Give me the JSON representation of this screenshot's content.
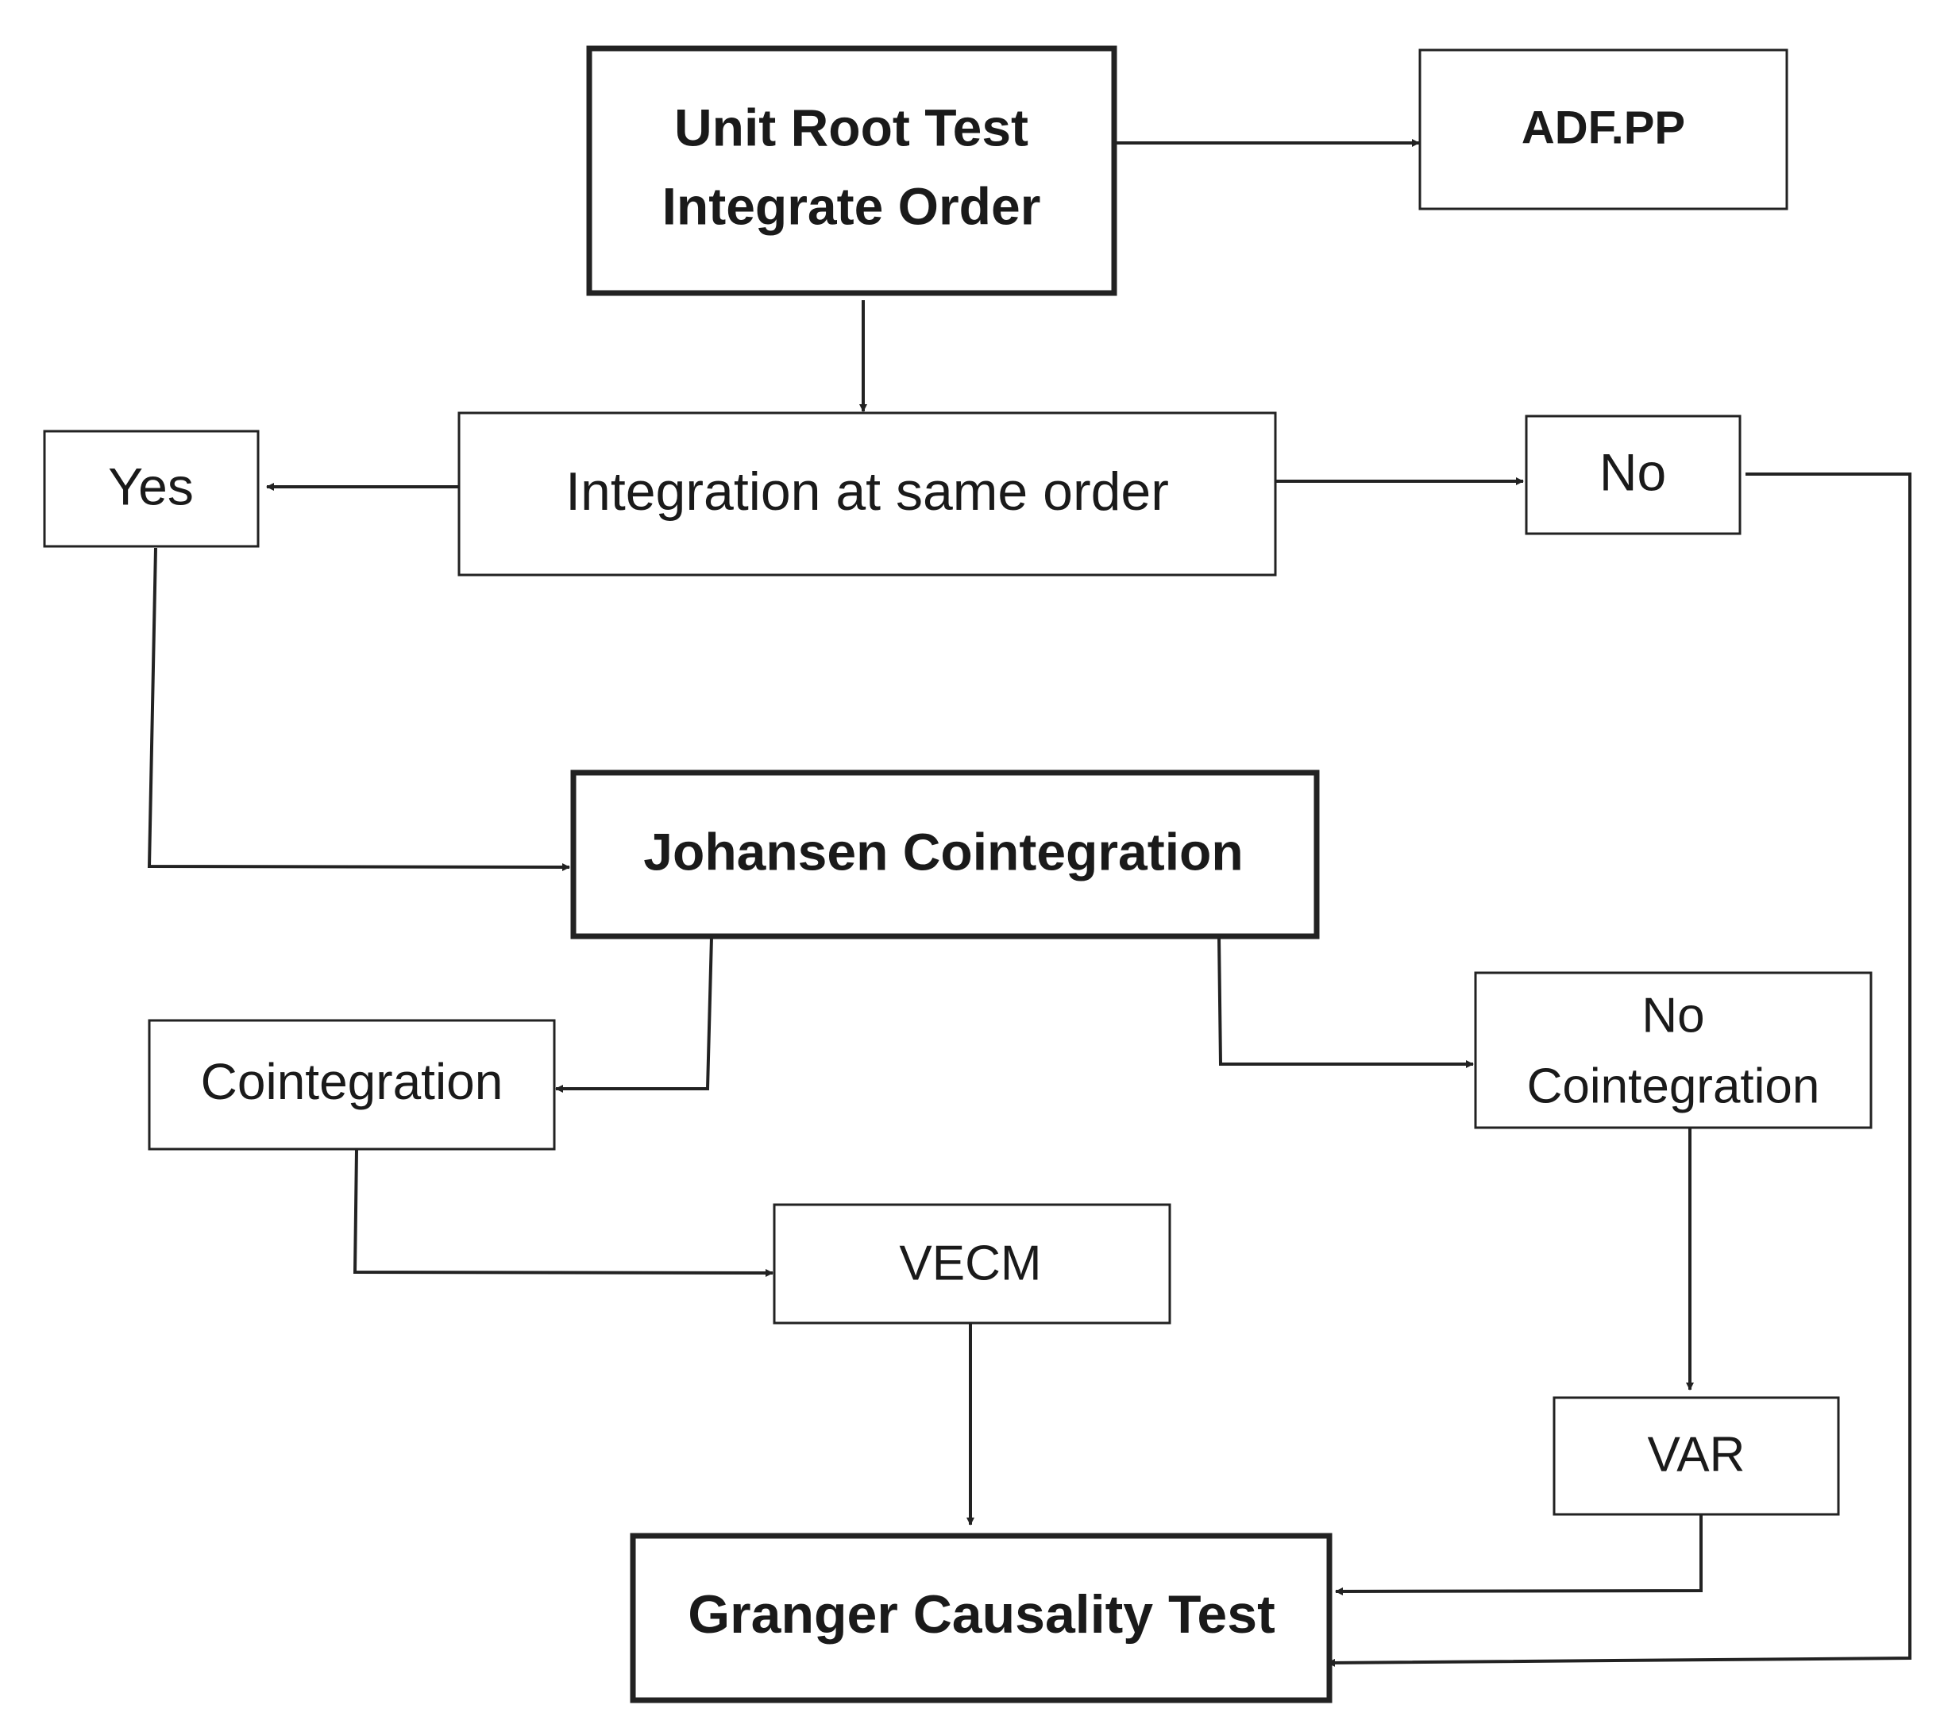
{
  "diagram": {
    "nodes": {
      "unit_root": {
        "line1": "Unit Root Test",
        "line2": "Integrate Order"
      },
      "adf_pp": {
        "label": "ADF.PP"
      },
      "integration_same_order": {
        "label": "Integration at same order"
      },
      "yes": {
        "label": "Yes"
      },
      "no": {
        "label": "No"
      },
      "johansen": {
        "label": "Johansen Cointegration"
      },
      "cointegration": {
        "label": "Cointegration"
      },
      "no_cointegration": {
        "line1": "No",
        "line2": "Cointegration"
      },
      "vecm": {
        "label": "VECM"
      },
      "var": {
        "label": "VAR"
      },
      "granger": {
        "label": "Granger Causality Test"
      }
    },
    "edges": [
      {
        "from": "Unit Root Test Integrate Order",
        "to": "ADF.PP"
      },
      {
        "from": "Unit Root Test Integrate Order",
        "to": "Integration at same order"
      },
      {
        "from": "Integration at same order",
        "to": "Yes"
      },
      {
        "from": "Integration at same order",
        "to": "No"
      },
      {
        "from": "Yes",
        "to": "Johansen Cointegration"
      },
      {
        "from": "No",
        "to": "Granger Causality Test"
      },
      {
        "from": "Johansen Cointegration",
        "to": "Cointegration"
      },
      {
        "from": "Johansen Cointegration",
        "to": "No Cointegration"
      },
      {
        "from": "Cointegration",
        "to": "VECM"
      },
      {
        "from": "No Cointegration",
        "to": "VAR"
      },
      {
        "from": "VECM",
        "to": "Granger Causality Test"
      },
      {
        "from": "VAR",
        "to": "Granger Causality Test"
      }
    ]
  }
}
